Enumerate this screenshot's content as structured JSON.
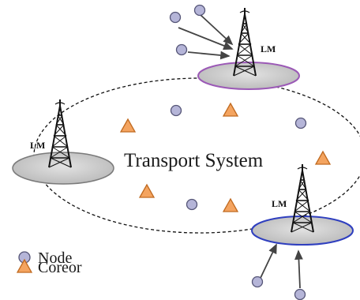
{
  "diagram": {
    "center_label": "Transport System",
    "tower_labels": [
      "LM",
      "LM",
      "LM"
    ],
    "legend": {
      "node_label": "Node",
      "coreor_label": "Coreor"
    },
    "colors": {
      "node_fill": "#b5b5d8",
      "node_stroke": "#555577",
      "coreor_fill": "#f4a460",
      "coreor_stroke": "#c06a20",
      "tower_base_fill": "#c8c8c8",
      "ellipse_purple": "#9b59b6",
      "ellipse_blue": "#2f3fbf",
      "ellipse_gray": "#7a7a7a",
      "tower": "#111111",
      "arrow": "#444444"
    }
  }
}
